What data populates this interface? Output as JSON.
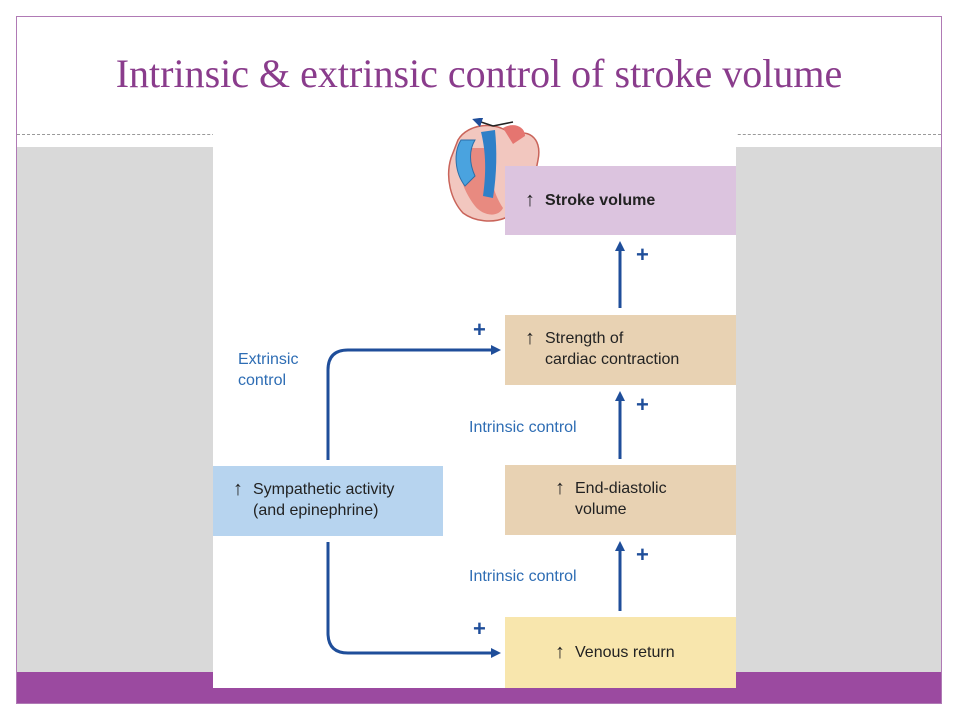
{
  "slide": {
    "title": "Intrinsic & extrinsic control of stroke volume"
  },
  "diagram": {
    "boxes": {
      "stroke_volume": "Stroke volume",
      "strength_line1": "Strength of",
      "strength_line2": "cardiac contraction",
      "edv_line1": "End-diastolic",
      "edv_line2": "volume",
      "venous_return": "Venous return",
      "sympathetic_line1": "Sympathetic activity",
      "sympathetic_line2": "(and epinephrine)"
    },
    "up_arrow_glyph": "↑",
    "labels": {
      "extrinsic_line1": "Extrinsic",
      "extrinsic_line2": "control",
      "intrinsic_upper": "Intrinsic control",
      "intrinsic_lower": "Intrinsic control"
    },
    "plus_sign": "+",
    "colors": {
      "arrow": "#1f4e9a",
      "label_blue": "#2e6db4",
      "stroke_box": "#dcc4df",
      "strength_box": "#e8d2b3",
      "venous_box": "#f8e6ad",
      "sympathetic_box": "#b7d4ef"
    }
  }
}
